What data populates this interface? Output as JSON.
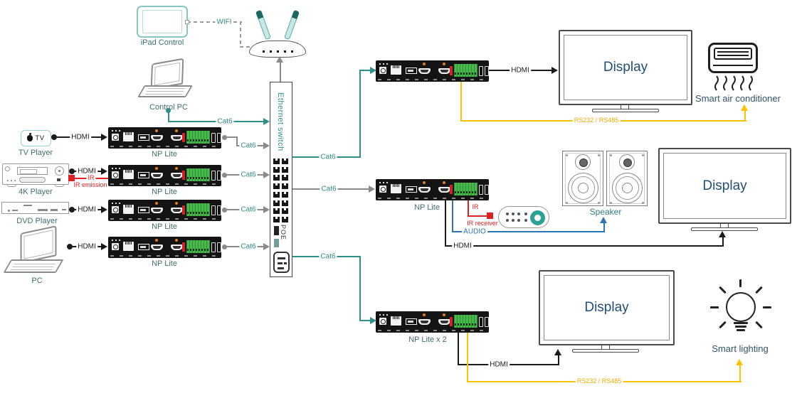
{
  "nodes": {
    "ipad": {
      "label": "iPad Control"
    },
    "control_pc": {
      "label": "Control PC"
    },
    "tv_player": {
      "label": "TV Player",
      "badge": "TV"
    },
    "player_4k": {
      "label": "4K Player"
    },
    "dvd_player": {
      "label": "DVD Player"
    },
    "pc": {
      "label": "PC"
    },
    "ethernet_switch": {
      "label": "Ethernet switch",
      "poe_label": "POE"
    },
    "tx1": {
      "label": "NP Lite"
    },
    "tx2": {
      "label": "NP Lite"
    },
    "tx3": {
      "label": "NP Lite"
    },
    "tx4": {
      "label": "NP Lite"
    },
    "rx2": {
      "label": "NP Lite"
    },
    "rx3": {
      "label": "NP Lite x 2"
    },
    "display1": {
      "label": "Display"
    },
    "display2": {
      "label": "Display"
    },
    "display3": {
      "label": "Display"
    },
    "speaker": {
      "label": "Speaker"
    },
    "smart_ac": {
      "label": "Smart air conditioner"
    },
    "smart_lighting": {
      "label": "Smart lighting"
    },
    "ir_receiver": {
      "label": "IR receiver"
    }
  },
  "edges": {
    "wifi": "WIFI",
    "cat6": "Cat6",
    "hdmi": "HDMI",
    "ir": "IR",
    "ir_emission": "IR emission",
    "audio": "AUDIO",
    "rs232_rs485": "RS232 / RS485"
  },
  "colors": {
    "teal_line": "#2f9089",
    "teal_text": "#2e8b84",
    "device_label": "#3f6d6d",
    "display_text": "#1f4e79",
    "smart_label": "#33536b",
    "speaker_label": "#2e7d85",
    "rs232_yellow": "#ffc000",
    "ir_red": "#e02020",
    "audio_blue": "#2e75b6",
    "line_gray": "#8a8a8a",
    "line_black": "#1a1a1a"
  }
}
